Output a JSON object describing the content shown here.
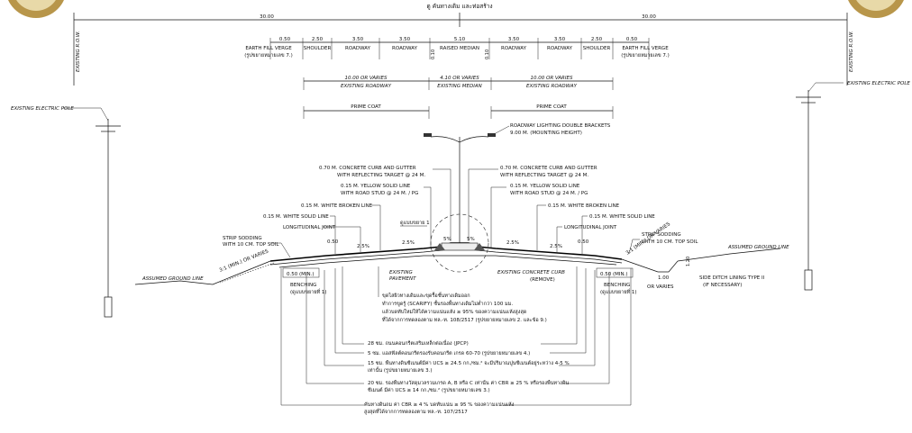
{
  "title": "ดู คันทางเดิม และท่อสร้าง",
  "row_labels": {
    "left_row": "EXISTING R.O.W.",
    "right_row": "EXISTING R.O.W."
  },
  "overall": {
    "left": "30.00",
    "right": "30.00"
  },
  "top_dims": [
    "0.50",
    "2.50",
    "3.50",
    "3.50",
    "5.10",
    "3.50",
    "3.50",
    "2.50",
    "0.50"
  ],
  "top_labels": {
    "earth_fill_left": "EARTH FILL VERGE",
    "earth_fill_left_sub": "(รูปขยายหมายเลข 7.)",
    "shoulder_l": "SHOULDER",
    "roadway_l1": "ROADWAY",
    "roadway_l2": "ROADWAY",
    "median": "RAISED MEDIAN",
    "roadway_r1": "ROADWAY",
    "roadway_r2": "ROADWAY",
    "shoulder_r": "SHOULDER",
    "earth_fill_right": "EARTH FILL VERGE",
    "earth_fill_right_sub": "(รูปขยายหมายเลข 7.)",
    "v010_l": "0.10",
    "v010_r": "0.10"
  },
  "existing": {
    "left_dim": "10.00 OR VARIES",
    "left_label": "EXISTING ROADWAY",
    "mid_dim": "4.10 OR VARIES",
    "mid_label": "EXISTING MEDIAN",
    "right_dim": "10.00 OR VARIES",
    "right_label": "EXISTING ROADWAY"
  },
  "prime_coat": {
    "left": "PRIME COAT",
    "right": "PRIME COAT"
  },
  "poles": {
    "left": "EXISTING ELECTRIC POLE",
    "right": "EXISTING ELECTRIC POLE"
  },
  "lighting": {
    "line1": "ROADWAY LIGHTING DOUBLE BRACKETS",
    "line2": "9.00 M. (MOUNTING HEIGHT)"
  },
  "curb": {
    "l1": "0.70 M. CONCRETE CURB AND GUTTER",
    "l2": "WITH REFLECTING TARGET @ 24 M.",
    "r1": "0.70 M. CONCRETE CURB AND GUTTER",
    "r2": "WITH REFLECTING TARGET @ 24 M."
  },
  "yellow": {
    "l1": "0.15 M. YELLOW SOLID LINE",
    "l2": "WITH ROAD STUD @ 24 M. / PG",
    "r1": "0.15 M. YELLOW SOLID LINE",
    "r2": "WITH ROAD STUD @ 24 M. / PG"
  },
  "white_broken": {
    "l": "0.15 M. WHITE BROKEN LINE",
    "r": "0.15 M. WHITE BROKEN LINE"
  },
  "white_solid": {
    "l": "0.15 M. WHITE SOLID LINE",
    "r": "0.15 M. WHITE SOLID LINE"
  },
  "joint": {
    "l": "LONGITUDINAL JOINT",
    "r": "LONGITUDINAL JOINT"
  },
  "detail_ref": "ดูแบบขยาย 1",
  "sodding": {
    "l1": "STRIP SODDING",
    "l2": "WITH 10 CM. TOP SOIL",
    "r1": "STRIP SODDING",
    "r2": "WITH 10 CM. TOP SOIL"
  },
  "ground": {
    "l": "ASSUMED GROUND LINE",
    "r": "ASSUMED GROUND LINE"
  },
  "slopes": {
    "left": "3:1 (MIN.) OR VARIES",
    "right": "3:1 (MIN.) OR VARIES"
  },
  "small_dims": {
    "l050": "0.50",
    "r050": "0.50",
    "l050min": "0.50 (MIN.)",
    "r050min": "0.50 (MIN.)",
    "r120": "1.20",
    "r100": "1.00",
    "r100sub": "OR VARIES"
  },
  "grades": {
    "g1": "2.5%",
    "g2": "2.5%",
    "g3": "5%",
    "g4": "5%",
    "g5": "2.5%",
    "g6": "2.5%"
  },
  "pavement": {
    "l1": "EXISTING",
    "l2": "PAVEMENT",
    "curb1": "EXISTING CONCRETE CURB",
    "curb2": "(REMOVE)"
  },
  "benching": {
    "l1": "BENCHING",
    "l2": "(ดูแบบขยายที่ 1)",
    "r1": "BENCHING",
    "r2": "(ดูแบบขยายที่ 1)"
  },
  "ditch": {
    "l1": "SIDE DITCH LINING TYPE II",
    "l2": "(IF NECESSARY)"
  },
  "notes": [
    "ขุดไสผิวทางเดิมและขุดรื้อชั้นทางเดิมออก",
    "ทำการขูดรู้ (SCARIFY) ชั้นรองพื้นทางเดิมไม่ต่ำกว่า 100 มม.",
    "แล้วบดทับใหม่ให้ได้ความแน่นแห้ง ≥ 95% ของความแน่นแห้งสูงสุด",
    "ที่ได้จากการทดลองตาม ทล.-ท. 108/2517 (รูปขยายหมายเลข 2. และข้อ 9.)"
  ],
  "layers": [
    "28 ซม. ถนนคอนกรีตเสริมเหล็กต่อเนื่อง (JPCP)",
    "5 ซม. แอสฟัลต์คอนกรีตรองรับคอนกรีต เกรด 60-70 (รูปขยายหมายเลข 4.)",
    "15 ซม. พื้นทางดินซีเมนต์มีค่า UCS ≥ 24.5 กก./ซม.² จะมีปริมาณปูนซีเมนต์อยู่ระหว่าง 4-5 % เท่านั้น (รูปขยายหมายเลข 3.)",
    "20 ซม. รองพื้นทางวัสดุมวลรวมเกรด A, B หรือ C เท่านั้น ค่า CBR ≥ 25 % หรือรองพื้นทางดินซีเมนต์ มีค่า UCS ≥ 14 กก./ซม.² (รูปขยายหมายเลข 3.)",
    "คันทางดินถม ค่า CBR ≥ 4 % บดทับแน่น ≥ 95 % ของความแน่นแห้งสูงสุดที่ได้จากการทดลองตาม ทล.-ท. 107/2517"
  ]
}
